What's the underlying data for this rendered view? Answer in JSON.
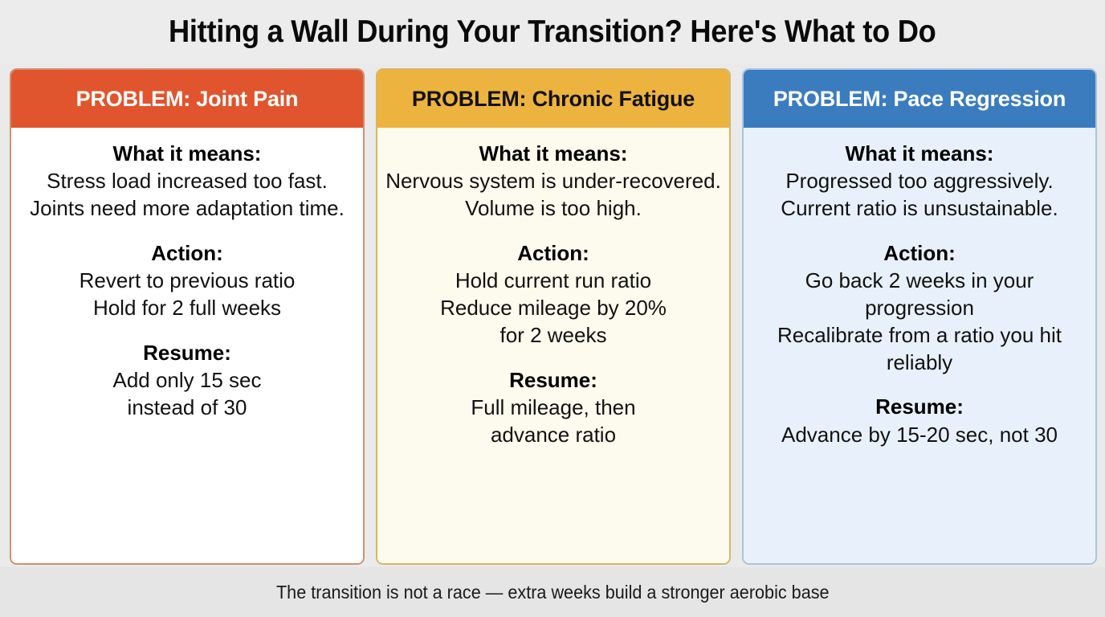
{
  "header": {
    "title": "Hitting a Wall During Your Transition? Here's What to Do"
  },
  "colors": {
    "page_background": "#eaeaea",
    "card1_accent": "#e0552e",
    "card2_accent": "#edb33f",
    "card3_accent": "#3b7cbf"
  },
  "cards": [
    {
      "header": "PROBLEM: Joint Pain",
      "means_label": "What it means:",
      "means_text": "Stress load increased too fast. Joints need more adaptation time.",
      "action_label": "Action:",
      "action_text": "Revert to previous ratio\nHold for 2 full weeks",
      "resume_label": "Resume:",
      "resume_text": "Add only 15 sec\ninstead of 30"
    },
    {
      "header": "PROBLEM: Chronic Fatigue",
      "means_label": "What it means:",
      "means_text": "Nervous system is under-recovered. Volume is too high.",
      "action_label": "Action:",
      "action_text": "Hold current run ratio\nReduce mileage by 20%\nfor 2 weeks",
      "resume_label": "Resume:",
      "resume_text": "Full mileage, then\nadvance ratio"
    },
    {
      "header": "PROBLEM: Pace Regression",
      "means_label": "What it means:",
      "means_text": "Progressed too aggressively. Current ratio is unsustainable.",
      "action_label": "Action:",
      "action_text": "Go back 2 weeks in your progression\nRecalibrate from a ratio you hit reliably",
      "resume_label": "Resume:",
      "resume_text": "Advance by 15-20 sec, not 30"
    }
  ],
  "footer": {
    "note": "The transition is not a race — extra weeks build a stronger aerobic base"
  }
}
